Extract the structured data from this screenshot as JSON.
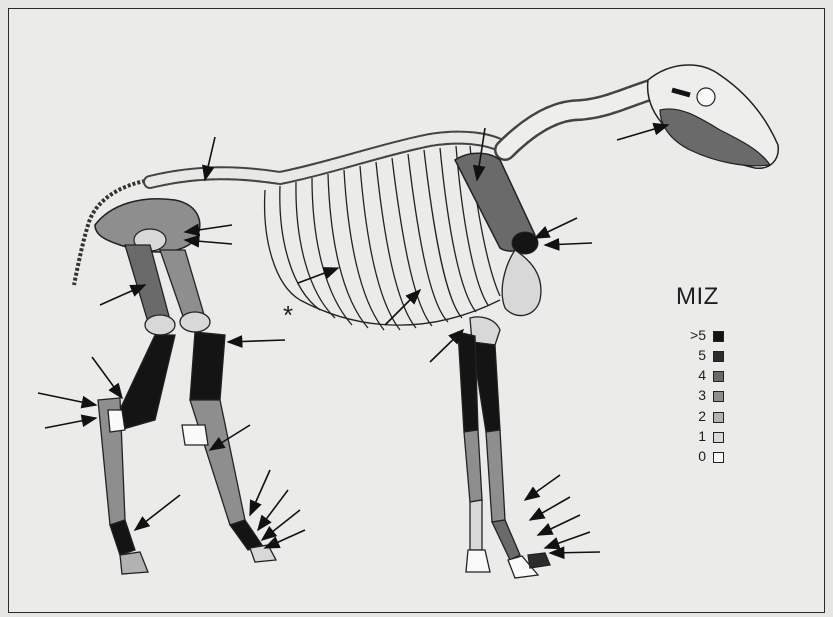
{
  "figure": {
    "asterisk": "*",
    "legend": {
      "title": "MIZ",
      "items": [
        {
          "label": ">5",
          "color": "#141414"
        },
        {
          "label": "5",
          "color": "#2c2c2c"
        },
        {
          "label": "4",
          "color": "#6a6a6a"
        },
        {
          "label": "3",
          "color": "#8e8e8e"
        },
        {
          "label": "2",
          "color": "#b2b2b2"
        },
        {
          "label": "1",
          "color": "#d8d8d8"
        },
        {
          "label": "0",
          "color": "#fafafa"
        }
      ]
    }
  }
}
